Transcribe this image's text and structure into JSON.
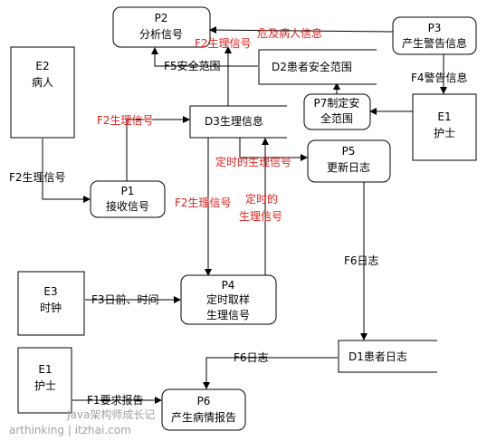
{
  "processes": {
    "p2": {
      "id": "P2",
      "name": "分析信号"
    },
    "p3": {
      "id": "P3",
      "name": "产生警告信息"
    },
    "p7": {
      "id": "P7",
      "line1": "制定安",
      "line2": "全范围"
    },
    "p1": {
      "id": "P1",
      "name": "接收信号"
    },
    "p5": {
      "id": "P5",
      "name": "更新日志"
    },
    "p4": {
      "id": "P4",
      "line1": "定时取样",
      "line2": "生理信号"
    },
    "p6": {
      "id": "P6",
      "name": "产生病情报告"
    }
  },
  "entities": {
    "e2": {
      "id": "E2",
      "name": "病人"
    },
    "e1_top": {
      "id": "E1",
      "name": "护士"
    },
    "e3": {
      "id": "E3",
      "name": "时钟"
    },
    "e1_bottom": {
      "id": "E1",
      "name": "护士"
    }
  },
  "stores": {
    "d2": "D2患者安全范围",
    "d3": "D3生理信息",
    "d1": "D1患者日志"
  },
  "flows": {
    "f_danger": "危及病人信息",
    "f2_top": "F2生理信号",
    "f5": "F5安全范围",
    "f4": "F4警告信息",
    "f2_d3": "F2生理信号",
    "f2_e2": "F2生理信号",
    "f_timed_h": "定时的生理信号",
    "f2_p4": "F2生理信号",
    "f_timed_v1": "定时的",
    "f_timed_v2": "生理信号",
    "f6_p5": "F6日志",
    "f3": "F3日前、时间",
    "f6_d1": "F6日志",
    "f1": "F1要求报告"
  },
  "watermark": {
    "line1": "Java架构师成长记",
    "line2": "arthinking | itzhai.com"
  },
  "colors": {
    "accent_red": "#e0201a",
    "line": "#000000",
    "watermark": "#a0a0a0"
  }
}
